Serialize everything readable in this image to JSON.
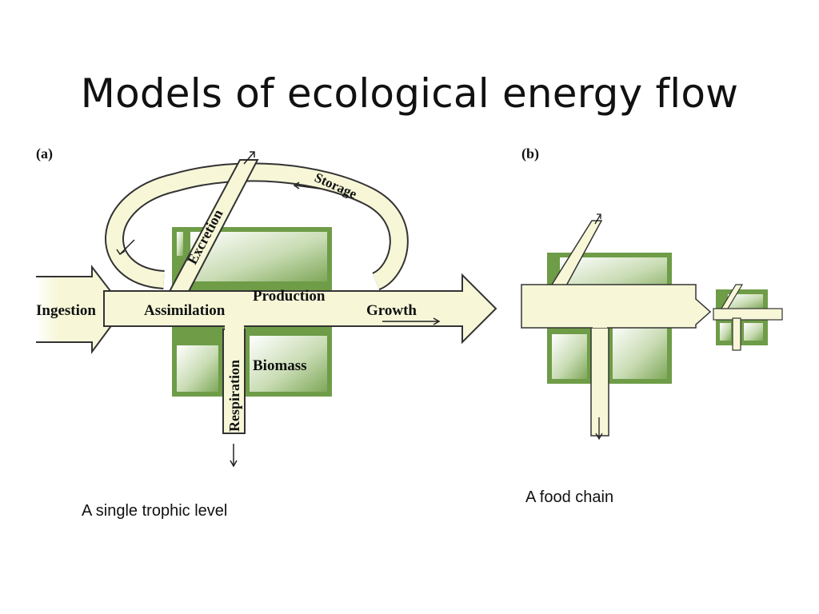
{
  "slide": {
    "title": "Models of ecological energy flow"
  },
  "panel_a": {
    "tag": "(a)",
    "labels": {
      "ingestion": "Ingestion",
      "assimilation": "Assimilation",
      "production": "Production",
      "growth": "Growth",
      "biomass": "Biomass",
      "respiration": "Respiration",
      "excretion": "Excretion",
      "storage": "Storage"
    },
    "caption": "A single trophic level"
  },
  "panel_b": {
    "tag": "(b)",
    "caption": "A food chain"
  },
  "colors": {
    "flow_fill": "#f7f7d8",
    "flow_stroke": "#333333",
    "biomass_dark": "#6a9a45",
    "biomass_light": "#eef4e4"
  }
}
